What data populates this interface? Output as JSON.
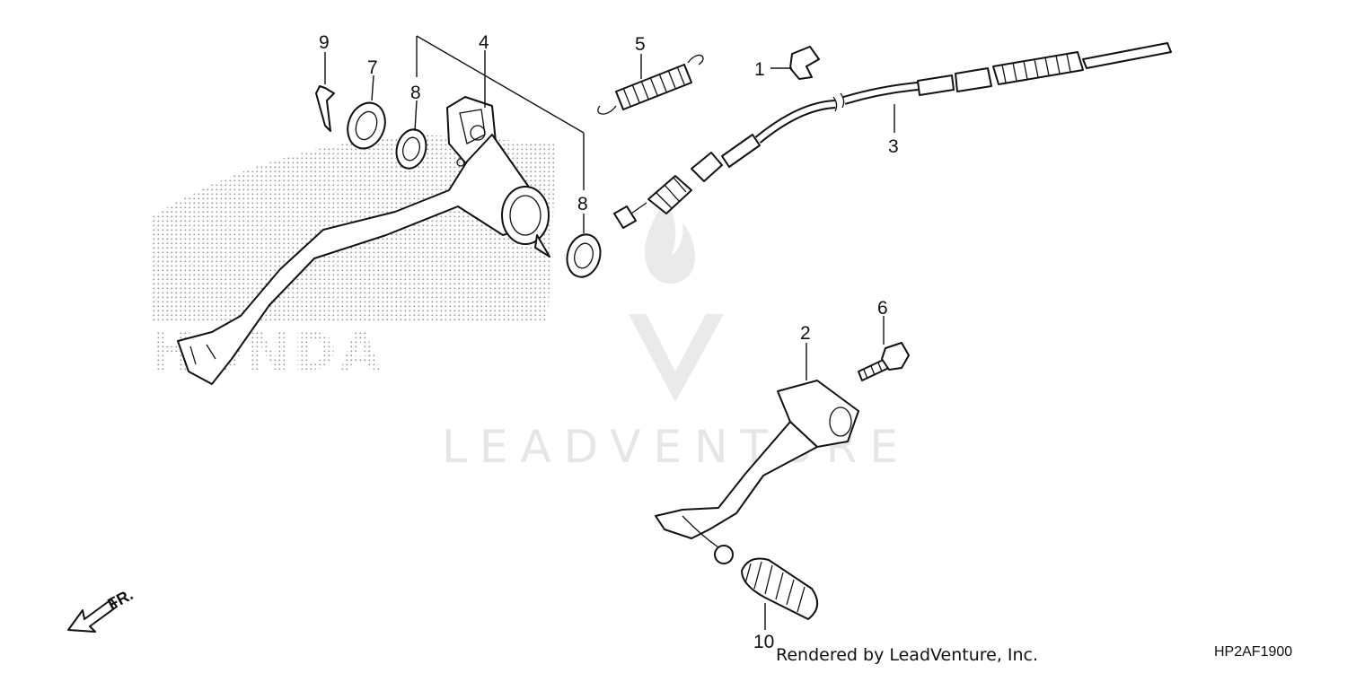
{
  "diagram": {
    "callouts": [
      {
        "id": "c9",
        "label": "9"
      },
      {
        "id": "c7",
        "label": "7"
      },
      {
        "id": "c8a",
        "label": "8"
      },
      {
        "id": "c4",
        "label": "4"
      },
      {
        "id": "c5",
        "label": "5"
      },
      {
        "id": "c1",
        "label": "1"
      },
      {
        "id": "c3",
        "label": "3"
      },
      {
        "id": "c8b",
        "label": "8"
      },
      {
        "id": "c6",
        "label": "6"
      },
      {
        "id": "c2",
        "label": "2"
      },
      {
        "id": "c10",
        "label": "10"
      }
    ],
    "direction_label": "FR.",
    "watermark_brand": "HONDA",
    "watermark_text": "LEADVENTURE"
  },
  "footer": {
    "rendered_by": "Rendered by LeadVenture, Inc.",
    "diagram_code": "HP2AF1900"
  },
  "colors": {
    "ink": "#111111",
    "watermark": "#e6e6e6",
    "dot_pattern": "#9a9a9a"
  }
}
